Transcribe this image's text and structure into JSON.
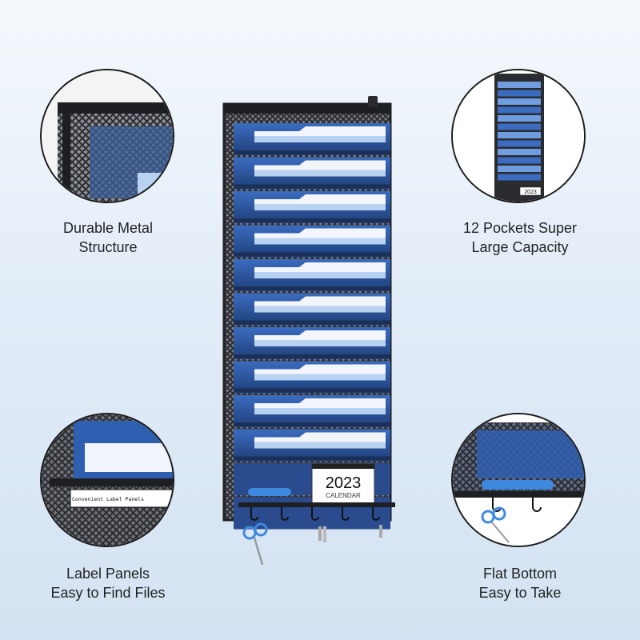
{
  "features": [
    {
      "id": "metal",
      "line1": "Durable Metal",
      "line2": "Structure"
    },
    {
      "id": "pockets",
      "line1": "12 Pockets Super",
      "line2": "Large Capacity"
    },
    {
      "id": "label",
      "line1": "Label Panels",
      "line2": "Easy to Find Files"
    },
    {
      "id": "bottom",
      "line1": "Flat Bottom",
      "line2": "Easy to Take"
    }
  ],
  "label_panel_text": "Convenient Label Panels",
  "calendar": {
    "year": "2023",
    "word": "CALENDAR"
  },
  "mini_calendar_year": "2023",
  "product": {
    "pocket_count": 12,
    "hook_count": 5
  },
  "colors": {
    "frame": "#2b2c30",
    "mesh": "#3a3b40",
    "pocket_blue": "#2f5fb0",
    "folder_light": "#b9d2f2",
    "folder_white": "#f2f6fc",
    "accent": "#3f88e0",
    "background": "#e3edf8"
  },
  "icons": {
    "metal": "mesh-corner-closeup",
    "pockets": "stacked-pockets-closeup",
    "label": "label-panel-closeup",
    "bottom": "flat-bottom-closeup"
  }
}
